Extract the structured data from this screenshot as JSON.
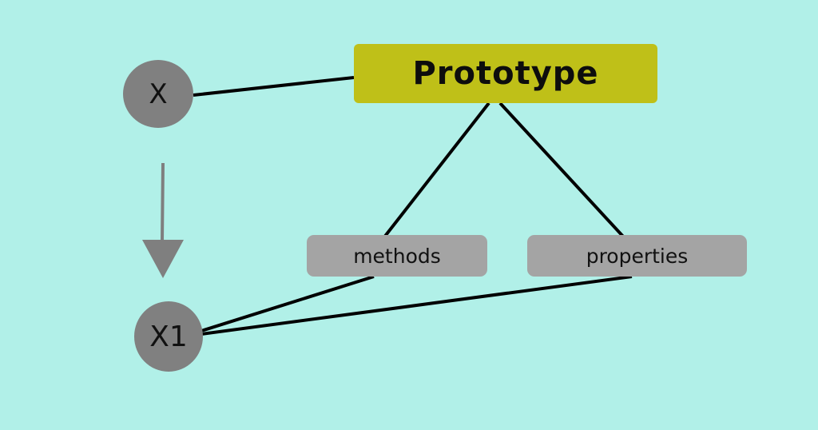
{
  "nodes": {
    "x": {
      "label": "X"
    },
    "x1": {
      "label": "X1"
    },
    "prototype": {
      "label": "Prototype"
    },
    "methods": {
      "label": "methods"
    },
    "properties": {
      "label": "properties"
    }
  },
  "colors": {
    "background": "#b1f0e8",
    "circle": "#808080",
    "prototype_box": "#bfc018",
    "pill": "#a4a4a4",
    "line": "#000000",
    "arrow": "#7f7f7f"
  }
}
